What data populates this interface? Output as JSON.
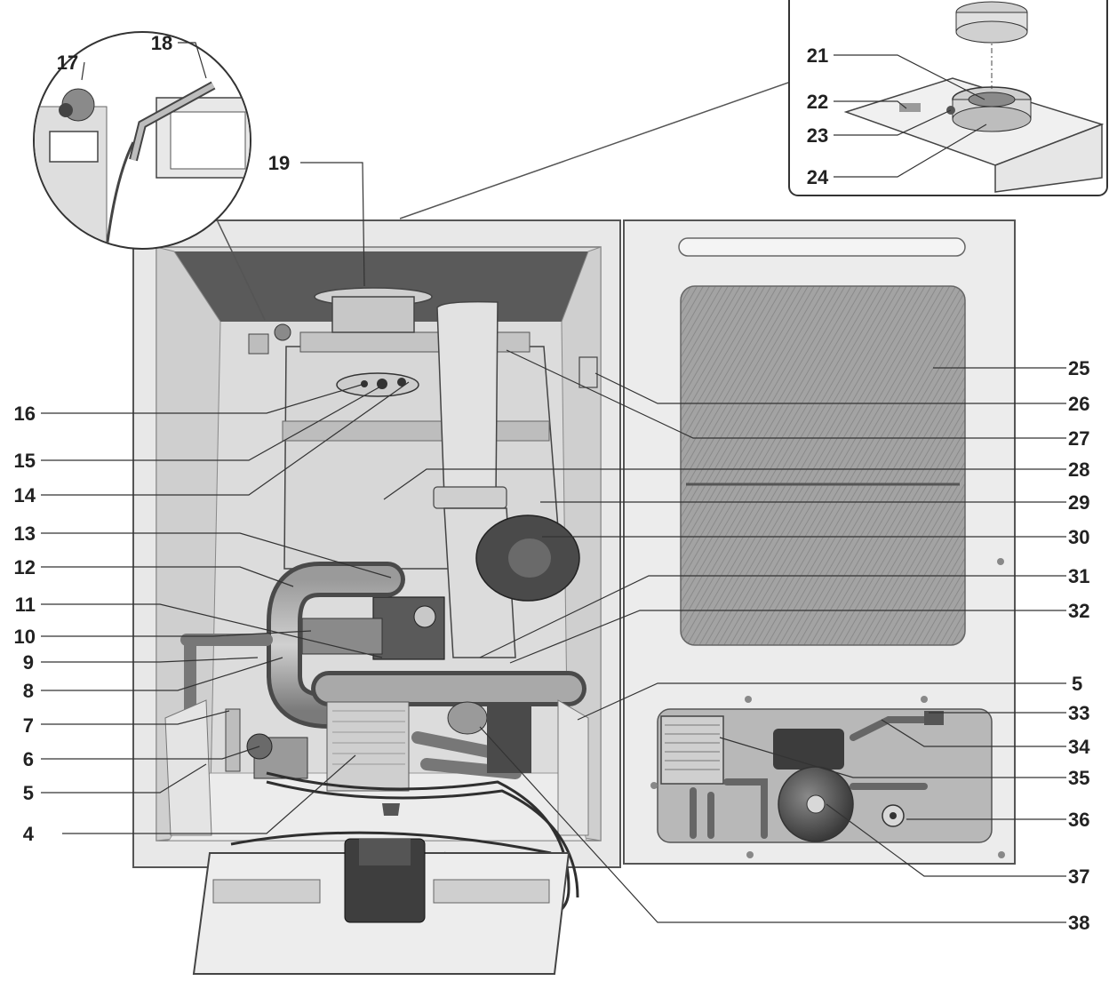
{
  "colors": {
    "background": "#ffffff",
    "panel": "#e6e6e6",
    "dark_cavity": "#5a5a5a",
    "metal": "#bdbdbd",
    "dark_part": "#3c3c3c",
    "window": "#9a9a9a",
    "line": "#333333"
  },
  "callouts": {
    "n4": "4",
    "n5": "5",
    "n5b": "5",
    "n6": "6",
    "n7": "7",
    "n8": "8",
    "n9": "9",
    "n10": "10",
    "n11": "11",
    "n12": "12",
    "n13": "13",
    "n14": "14",
    "n15": "15",
    "n16": "16",
    "n17": "17",
    "n18": "18",
    "n19": "19",
    "n21": "21",
    "n22": "22",
    "n23": "23",
    "n24": "24",
    "n25": "25",
    "n26": "26",
    "n27": "27",
    "n28": "28",
    "n29": "29",
    "n30": "30",
    "n31": "31",
    "n32": "32",
    "n33": "33",
    "n34": "34",
    "n35": "35",
    "n36": "36",
    "n37": "37",
    "n38": "38"
  }
}
